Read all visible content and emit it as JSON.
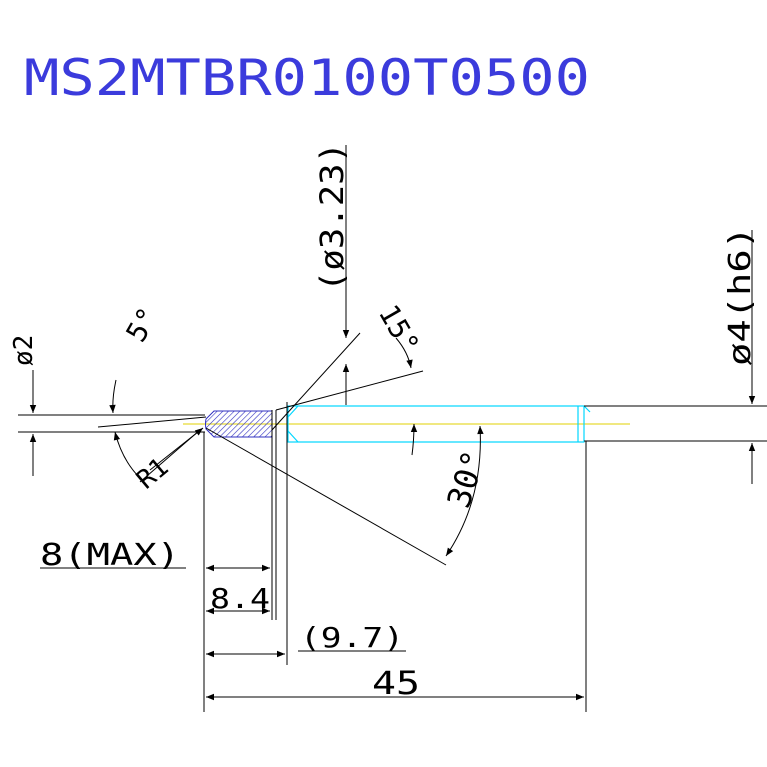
{
  "drawing": {
    "part_number": "MS2MTBR0100T0500",
    "colors": {
      "title": "#3b3bdc",
      "lines": "#000000",
      "shank_outline": "#00d7ff",
      "centerline": "#e0d000",
      "tip_hatch": "#3030c0"
    },
    "dimensions": {
      "tip_diameter": "ø2",
      "tip_angle": "5°",
      "tip_radius": "R1",
      "reference_diameter": "(ø3.23)",
      "neck_angle": "15°",
      "shank_diameter": "ø4(h6)",
      "taper_angle": "30°",
      "flute_length": "8(MAX)",
      "length_8_4": "8.4",
      "length_9_7": "(9.7)",
      "overall_length": "45"
    }
  }
}
